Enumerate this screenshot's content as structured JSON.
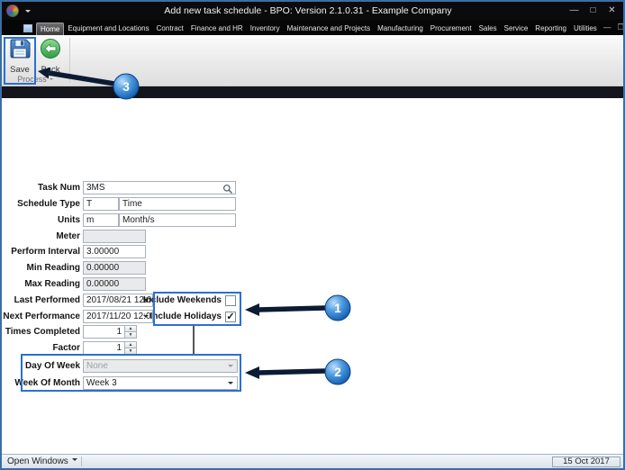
{
  "window": {
    "title": "Add new task schedule - BPO: Version 2.1.0.31 - Example Company",
    "controls": {
      "minimize": "—",
      "maximize": "□",
      "close": "✕"
    }
  },
  "tabs": [
    "Home",
    "Equipment and Locations",
    "Contract",
    "Finance and HR",
    "Inventory",
    "Maintenance and Projects",
    "Manufacturing",
    "Procurement",
    "Sales",
    "Service",
    "Reporting",
    "Utilities"
  ],
  "mdi": {
    "minimize": "—",
    "restore": "❐",
    "close": "✕"
  },
  "ribbon": {
    "save_label": "Save",
    "back_label": "Back",
    "group_label": "Process"
  },
  "form": {
    "task_num": {
      "label": "Task Num",
      "value": "3MS"
    },
    "schedule_type": {
      "label": "Schedule Type",
      "code": "T",
      "desc": "Time"
    },
    "units": {
      "label": "Units",
      "code": "m",
      "desc": "Month/s"
    },
    "meter": {
      "label": "Meter",
      "value": ""
    },
    "perform_interval": {
      "label": "Perform Interval",
      "value": "3.00000"
    },
    "min_reading": {
      "label": "Min Reading",
      "value": "0.00000"
    },
    "max_reading": {
      "label": "Max Reading",
      "value": "0.00000"
    },
    "last_performed": {
      "label": "Last Performed",
      "value": "2017/08/21 12:0"
    },
    "next_performance": {
      "label": "Next Performance",
      "value": "2017/11/20 12:0"
    },
    "times_completed": {
      "label": "Times Completed",
      "value": "1"
    },
    "factor": {
      "label": "Factor",
      "value": "1"
    },
    "day_of_week": {
      "label": "Day Of Week",
      "value": "None"
    },
    "week_of_month": {
      "label": "Week Of Month",
      "value": "Week 3"
    },
    "include_weekends": {
      "label": "Include Weekends",
      "checked": false,
      "check_glyph": ""
    },
    "include_holidays": {
      "label": "Include Holidays",
      "checked": true,
      "check_glyph": "✓"
    }
  },
  "statusbar": {
    "open_windows_label": "Open Windows",
    "date": "15 Oct 2017"
  },
  "annotations": {
    "circle1": "1",
    "circle2": "2",
    "circle3": "3"
  },
  "colors": {
    "annotation_blue": "#2a6fd4",
    "window_border": "#3a6ea5"
  }
}
